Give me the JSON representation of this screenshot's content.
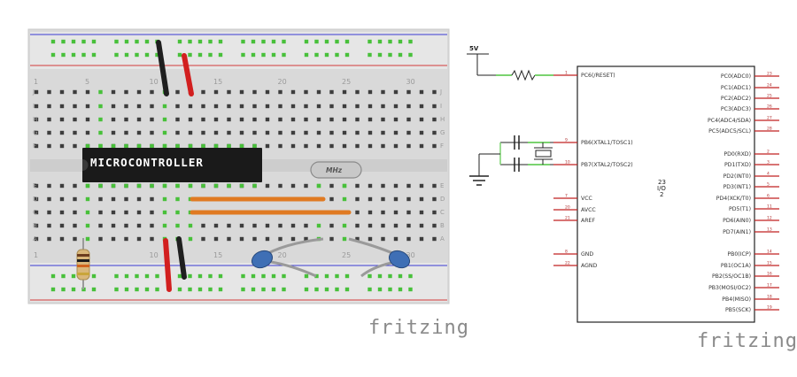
{
  "breadboard": {
    "chip_label": "MICROCONTROLLER",
    "crystal_label": "MHz",
    "column_labels_top": [
      "1",
      "5",
      "10",
      "15",
      "20",
      "25",
      "30"
    ],
    "column_labels_bottom": [
      "1",
      "5",
      "10",
      "15",
      "20",
      "25",
      "30"
    ],
    "row_labels_top": [
      "J",
      "I",
      "H",
      "G",
      "F"
    ],
    "row_labels_bottom": [
      "E",
      "D",
      "C",
      "B",
      "A"
    ],
    "brand": "fritzing"
  },
  "schematic": {
    "supply_label": "5V",
    "ic": {
      "center_lines": [
        "23",
        "I/O",
        "2"
      ],
      "left_pins": [
        {
          "name": "PC6(/RESET)",
          "num": "1"
        },
        {
          "name": "PB6(XTAL1/TOSC1)",
          "num": "9"
        },
        {
          "name": "PB7(XTAL2/TOSC2)",
          "num": "10"
        },
        {
          "name": "VCC",
          "num": "7"
        },
        {
          "name": "AVCC",
          "num": "20"
        },
        {
          "name": "AREF",
          "num": "21"
        },
        {
          "name": "GND",
          "num": "8"
        },
        {
          "name": "AGND",
          "num": "22"
        }
      ],
      "right_pins": [
        {
          "name": "PC0(ADC0)",
          "num": "23"
        },
        {
          "name": "PC1(ADC1)",
          "num": "24"
        },
        {
          "name": "PC2(ADC2)",
          "num": "25"
        },
        {
          "name": "PC3(ADC3)",
          "num": "26"
        },
        {
          "name": "PC4(ADC4/SDA)",
          "num": "27"
        },
        {
          "name": "PC5(ADC5/SCL)",
          "num": "28"
        },
        {
          "name": "PD0(RXD)",
          "num": "2"
        },
        {
          "name": "PD1(TXD)",
          "num": "3"
        },
        {
          "name": "PD2(INT0)",
          "num": "4"
        },
        {
          "name": "PD3(INT1)",
          "num": "5"
        },
        {
          "name": "PD4(XCK/T0)",
          "num": "6"
        },
        {
          "name": "PD5(T1)",
          "num": "11"
        },
        {
          "name": "PD6(AIN0)",
          "num": "12"
        },
        {
          "name": "PD7(AIN1)",
          "num": "13"
        },
        {
          "name": "PB0(ICP)",
          "num": "14"
        },
        {
          "name": "PB1(OC1A)",
          "num": "15"
        },
        {
          "name": "PB2(SS/OC1B)",
          "num": "16"
        },
        {
          "name": "PB3(MOSI/OC2)",
          "num": "17"
        },
        {
          "name": "PB4(MISO)",
          "num": "18"
        },
        {
          "name": "PB5(SCK)",
          "num": "19"
        }
      ]
    },
    "brand": "fritzing"
  },
  "colors": {
    "board": "#d9d9d9",
    "hole": "#3d3d3d",
    "hole_connected": "#48c03a",
    "rail_red": "#d13a3a",
    "rail_blue": "#3b3bd1",
    "chip": "#1a1a1a",
    "wire_orange": "#e07a22",
    "wire_red": "#d21f1f",
    "wire_black": "#1f1f1f",
    "cap_blue": "#3f6fb5",
    "pin_red": "#c02020",
    "schematic_wire": "#222222",
    "schematic_highlight": "#7ad36f"
  }
}
